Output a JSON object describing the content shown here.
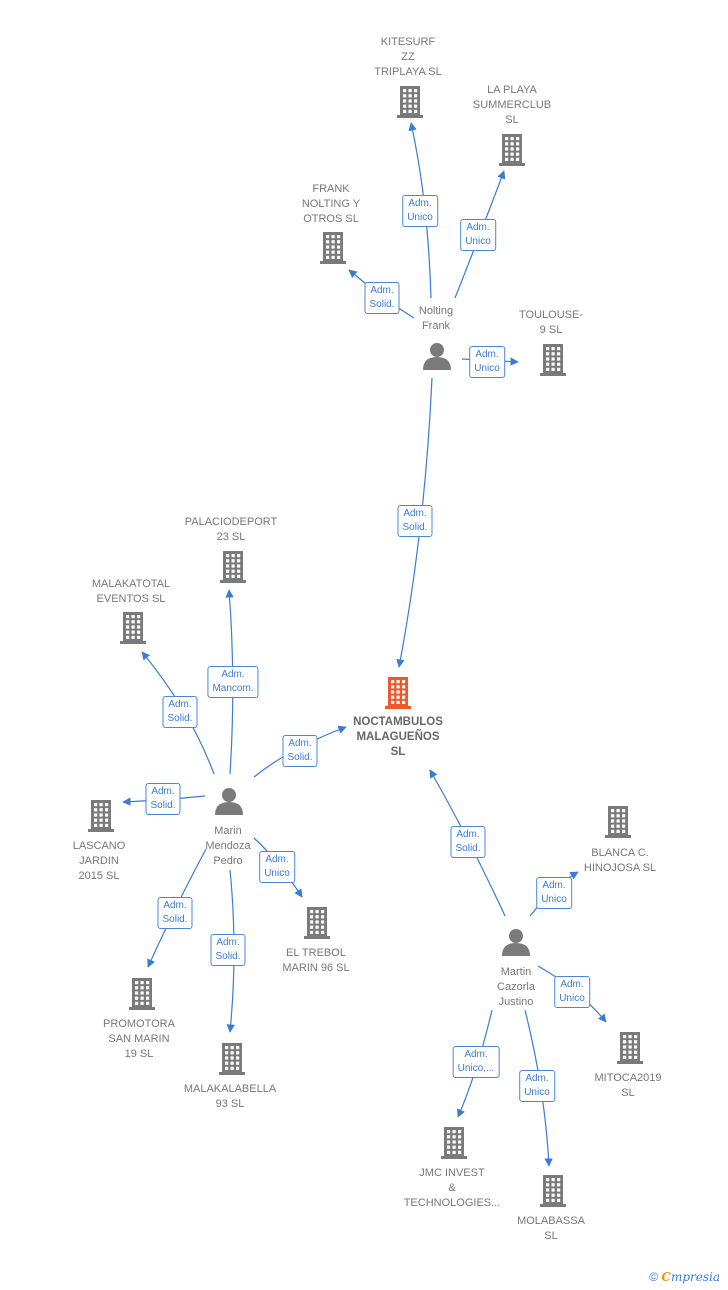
{
  "colors": {
    "edge": "#3b7bd4",
    "building": "#7a7a7a",
    "focus": "#f0582b",
    "person": "#7a7a7a"
  },
  "nodes": [
    {
      "id": "noctambulos",
      "type": "company",
      "focus": true,
      "label": [
        "NOCTAMBULOS",
        "MALAGUEÑOS",
        "SL"
      ]
    },
    {
      "id": "kitesurf",
      "type": "company",
      "label": [
        "KITESURF",
        "ZZ",
        "TRIPLAYA  SL"
      ]
    },
    {
      "id": "laplaya",
      "type": "company",
      "label": [
        "LA PLAYA",
        "SUMMERCLUB",
        "SL"
      ]
    },
    {
      "id": "frank_nolting_otros",
      "type": "company",
      "label": [
        "FRANK",
        "NOLTING Y",
        "OTROS  SL"
      ]
    },
    {
      "id": "toulouse",
      "type": "company",
      "label": [
        "TOULOUSE-",
        "9  SL"
      ]
    },
    {
      "id": "palaciodeport",
      "type": "company",
      "label": [
        "PALACIODEPORT",
        "23  SL"
      ]
    },
    {
      "id": "malakatotal",
      "type": "company",
      "label": [
        "MALAKATOTAL",
        "EVENTOS  SL"
      ]
    },
    {
      "id": "lascano",
      "type": "company",
      "label": [
        "LASCANO",
        "JARDIN",
        "2015  SL"
      ]
    },
    {
      "id": "promotora",
      "type": "company",
      "label": [
        "PROMOTORA",
        "SAN MARIN",
        "19  SL"
      ]
    },
    {
      "id": "malakalabella",
      "type": "company",
      "label": [
        "MALAKALABELLA",
        "93  SL"
      ]
    },
    {
      "id": "eltrebol",
      "type": "company",
      "label": [
        "EL TREBOL",
        "MARIN 96  SL"
      ]
    },
    {
      "id": "blanca",
      "type": "company",
      "label": [
        "BLANCA C.",
        "HINOJOSA  SL"
      ]
    },
    {
      "id": "mitoca",
      "type": "company",
      "label": [
        "MITOCA2019",
        "SL"
      ]
    },
    {
      "id": "jmc",
      "type": "company",
      "label": [
        "JMC INVEST",
        "&",
        "TECHNOLOGIES..."
      ]
    },
    {
      "id": "molabassa",
      "type": "company",
      "label": [
        "MOLABASSA",
        "SL"
      ]
    },
    {
      "id": "nolting",
      "type": "person",
      "label": [
        "Nolting",
        "Frank"
      ]
    },
    {
      "id": "marin",
      "type": "person",
      "label": [
        "Marin",
        "Mendoza",
        "Pedro"
      ]
    },
    {
      "id": "martin",
      "type": "person",
      "label": [
        "Martin",
        "Cazorla",
        "Justino"
      ]
    }
  ],
  "edges": [
    {
      "from": "nolting",
      "to": "kitesurf",
      "label": [
        "Adm.",
        "Unico"
      ]
    },
    {
      "from": "nolting",
      "to": "laplaya",
      "label": [
        "Adm.",
        "Unico"
      ]
    },
    {
      "from": "nolting",
      "to": "frank_nolting_otros",
      "label": [
        "Adm.",
        "Solid."
      ]
    },
    {
      "from": "nolting",
      "to": "toulouse",
      "label": [
        "Adm.",
        "Unico"
      ]
    },
    {
      "from": "nolting",
      "to": "noctambulos",
      "label": [
        "Adm.",
        "Solid."
      ]
    },
    {
      "from": "marin",
      "to": "palaciodeport",
      "label": [
        "Adm.",
        "Mancom."
      ]
    },
    {
      "from": "marin",
      "to": "malakatotal",
      "label": [
        "Adm.",
        "Solid."
      ]
    },
    {
      "from": "marin",
      "to": "lascano",
      "label": [
        "Adm.",
        "Solid."
      ]
    },
    {
      "from": "marin",
      "to": "noctambulos",
      "label": [
        "Adm.",
        "Solid."
      ]
    },
    {
      "from": "marin",
      "to": "promotora",
      "label": [
        "Adm.",
        "Solid."
      ]
    },
    {
      "from": "marin",
      "to": "malakalabella",
      "label": [
        "Adm.",
        "Solid."
      ]
    },
    {
      "from": "marin",
      "to": "eltrebol",
      "label": [
        "Adm.",
        "Unico"
      ]
    },
    {
      "from": "martin",
      "to": "noctambulos",
      "label": [
        "Adm.",
        "Solid."
      ]
    },
    {
      "from": "martin",
      "to": "blanca",
      "label": [
        "Adm.",
        "Unico"
      ]
    },
    {
      "from": "martin",
      "to": "mitoca",
      "label": [
        "Adm.",
        "Unico"
      ]
    },
    {
      "from": "martin",
      "to": "jmc",
      "label": [
        "Adm.",
        "Unico,..."
      ]
    },
    {
      "from": "martin",
      "to": "molabassa",
      "label": [
        "Adm.",
        "Unico"
      ]
    }
  ],
  "footer": {
    "copyright": "©",
    "brand_initial": "C",
    "brand_rest": "mpresia"
  }
}
